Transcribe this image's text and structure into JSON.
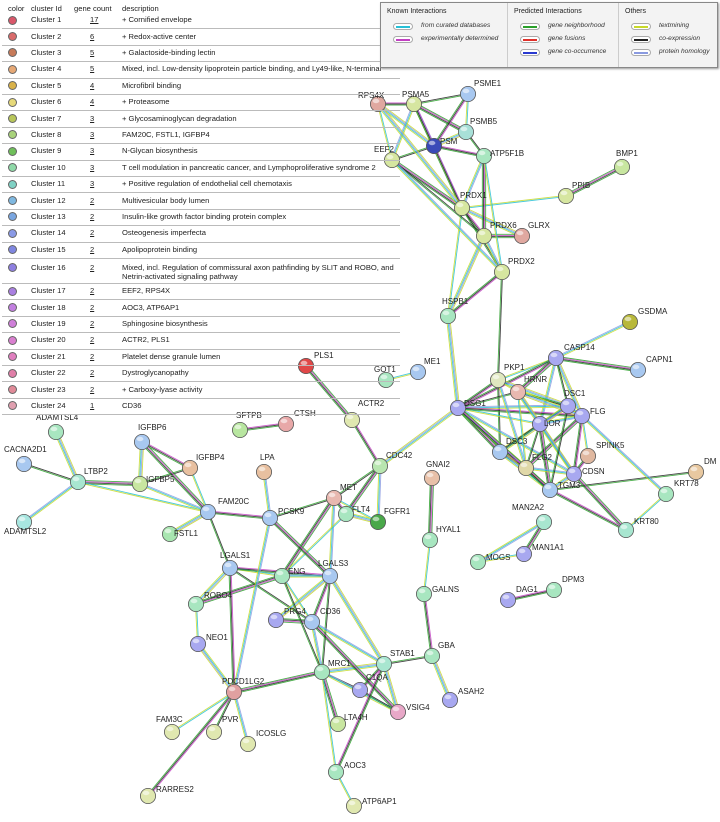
{
  "table": {
    "headers": {
      "color": "color",
      "cluster_id": "cluster Id",
      "gene_count": "gene count",
      "description": "description"
    },
    "rows": [
      {
        "color": "#d9576a",
        "cluster": "Cluster 1",
        "count": "17",
        "desc": "+ Cornified envelope"
      },
      {
        "color": "#d96b6b",
        "cluster": "Cluster 2",
        "count": "6",
        "desc": "+ Redox-active center"
      },
      {
        "color": "#c77b5a",
        "cluster": "Cluster 3",
        "count": "5",
        "desc": "+ Galactoside-binding lectin"
      },
      {
        "color": "#e6a875",
        "cluster": "Cluster 4",
        "count": "5",
        "desc": "Mixed, incl. Low-density lipoprotein particle binding, and Ly49-like, N-terminal"
      },
      {
        "color": "#d9b24a",
        "cluster": "Cluster 5",
        "count": "4",
        "desc": "Microfibril binding"
      },
      {
        "color": "#e6d97a",
        "cluster": "Cluster 6",
        "count": "4",
        "desc": "+ Proteasome"
      },
      {
        "color": "#b8c65a",
        "cluster": "Cluster 7",
        "count": "3",
        "desc": "+ Glycosaminoglycan degradation"
      },
      {
        "color": "#a8d27a",
        "cluster": "Cluster 8",
        "count": "3",
        "desc": "FAM20C, FSTL1, IGFBP4"
      },
      {
        "color": "#6fbf5a",
        "cluster": "Cluster 9",
        "count": "3",
        "desc": "N-Glycan biosynthesis"
      },
      {
        "color": "#8fd9a8",
        "cluster": "Cluster 10",
        "count": "3",
        "desc": "T cell modulation in pancreatic cancer, and Lymphoproliferative syndrome 2"
      },
      {
        "color": "#7fd1c4",
        "cluster": "Cluster 11",
        "count": "3",
        "desc": "+ Positive regulation of endothelial cell chemotaxis"
      },
      {
        "color": "#7fb8e0",
        "cluster": "Cluster 12",
        "count": "2",
        "desc": "Multivesicular body lumen"
      },
      {
        "color": "#7aa6e0",
        "cluster": "Cluster 13",
        "count": "2",
        "desc": "Insulin-like growth factor binding protein complex"
      },
      {
        "color": "#8a9ae6",
        "cluster": "Cluster 14",
        "count": "2",
        "desc": "Osteogenesis imperfecta"
      },
      {
        "color": "#7f86e0",
        "cluster": "Cluster 15",
        "count": "2",
        "desc": "Apolipoprotein binding"
      },
      {
        "color": "#8e7fe0",
        "cluster": "Cluster 16",
        "count": "2",
        "desc": "Mixed, incl. Regulation of commissural axon pathfinding by SLIT and ROBO, and Netrin-activated signaling pathway"
      },
      {
        "color": "#a97fe0",
        "cluster": "Cluster 17",
        "count": "2",
        "desc": "EEF2, RPS4X"
      },
      {
        "color": "#c27fe0",
        "cluster": "Cluster 18",
        "count": "2",
        "desc": "AOC3, ATP6AP1"
      },
      {
        "color": "#cf7fd9",
        "cluster": "Cluster 19",
        "count": "2",
        "desc": "Sphingosine biosynthesis"
      },
      {
        "color": "#d97fcf",
        "cluster": "Cluster 20",
        "count": "2",
        "desc": "ACTR2, PLS1"
      },
      {
        "color": "#e07fbf",
        "cluster": "Cluster 21",
        "count": "2",
        "desc": "Platelet dense granule lumen"
      },
      {
        "color": "#e07fa8",
        "cluster": "Cluster 22",
        "count": "2",
        "desc": "Dystroglycanopathy"
      },
      {
        "color": "#e08a98",
        "cluster": "Cluster 23",
        "count": "2",
        "desc": "+ Carboxy-lyase activity"
      },
      {
        "color": "#e0a0b0",
        "cluster": "Cluster 24",
        "count": "1",
        "desc": "CD36"
      }
    ]
  },
  "legend": {
    "known": {
      "title": "Known Interactions",
      "items": [
        {
          "label": "from curated databases",
          "color": "#27c0d6"
        },
        {
          "label": "experimentally determined",
          "color": "#c23fc2"
        }
      ]
    },
    "predicted": {
      "title": "Predicted Interactions",
      "items": [
        {
          "label": "gene neighborhood",
          "color": "#2aa02a"
        },
        {
          "label": "gene fusions",
          "color": "#e0302a"
        },
        {
          "label": "gene co-occurrence",
          "color": "#2a3ad0"
        }
      ]
    },
    "others": {
      "title": "Others",
      "items": [
        {
          "label": "textmining",
          "color": "#c8d92a"
        },
        {
          "label": "co-expression",
          "color": "#222222"
        },
        {
          "label": "protein homology",
          "color": "#8a9ae0"
        }
      ]
    }
  },
  "network": {
    "nodes": [
      {
        "id": "RPS4X",
        "color": "#e0a8a0"
      },
      {
        "id": "PSMA5",
        "color": "#d6e6a0"
      },
      {
        "id": "PSME1",
        "color": "#a8c8f0"
      },
      {
        "id": "PSMB5",
        "color": "#a8e0d8"
      },
      {
        "id": "PSM",
        "color": "#3a4ab8"
      },
      {
        "id": "EEF2",
        "color": "#d6e6a0"
      },
      {
        "id": "ATP5F1B",
        "color": "#a8e6c0"
      },
      {
        "id": "BMP1",
        "color": "#c8e6a0"
      },
      {
        "id": "PPIB",
        "color": "#d6e6a0"
      },
      {
        "id": "PRDX1",
        "color": "#d6e6a0"
      },
      {
        "id": "PRDX6",
        "color": "#d6e6a0"
      },
      {
        "id": "GLRX",
        "color": "#e0a8a0"
      },
      {
        "id": "PRDX2",
        "color": "#d6e6a0"
      },
      {
        "id": "HSPB1",
        "color": "#a8e6c0"
      },
      {
        "id": "GSDMA",
        "color": "#b8b83a"
      },
      {
        "id": "CASP14",
        "color": "#a8a8f0"
      },
      {
        "id": "CAPN1",
        "color": "#a8c8f0"
      },
      {
        "id": "PKP1",
        "color": "#e0e8c0"
      },
      {
        "id": "HRNR",
        "color": "#e8b8b0"
      },
      {
        "id": "DSG1",
        "color": "#a8a8f0"
      },
      {
        "id": "DSC1",
        "color": "#a8a8f0"
      },
      {
        "id": "FLG",
        "color": "#a8a8f0"
      },
      {
        "id": "LOR",
        "color": "#a8a8f0"
      },
      {
        "id": "DSC3",
        "color": "#a8c8f0"
      },
      {
        "id": "FLG2",
        "color": "#e0d8a8"
      },
      {
        "id": "SPINK5",
        "color": "#e0b8a0"
      },
      {
        "id": "CDSN",
        "color": "#a8a8f0"
      },
      {
        "id": "TGM3",
        "color": "#a8c8f0"
      },
      {
        "id": "DM",
        "color": "#e8c8a0"
      },
      {
        "id": "KRT78",
        "color": "#a8e6c0"
      },
      {
        "id": "KRT80",
        "color": "#a8e6d0"
      },
      {
        "id": "PLS1",
        "color": "#e04848"
      },
      {
        "id": "GOT1",
        "color": "#a8e6c0"
      },
      {
        "id": "ME1",
        "color": "#a8c8f0"
      },
      {
        "id": "ACTR2",
        "color": "#e0e8b0"
      },
      {
        "id": "CDC42",
        "color": "#b8e6b0"
      },
      {
        "id": "GNAI2",
        "color": "#e8c0a8"
      },
      {
        "id": "SFTPB",
        "color": "#b8e6a0"
      },
      {
        "id": "CTSH",
        "color": "#e8a8a8"
      },
      {
        "id": "LPA",
        "color": "#e8c0a0"
      },
      {
        "id": "MET",
        "color": "#e8b8b0"
      },
      {
        "id": "FGFR1",
        "color": "#4aa84a"
      },
      {
        "id": "FLT4",
        "color": "#a8e6c0"
      },
      {
        "id": "HYAL1",
        "color": "#a8e6c0"
      },
      {
        "id": "MAN2A2",
        "color": "#a8e6d0"
      },
      {
        "id": "MOGS",
        "color": "#a8e6c0"
      },
      {
        "id": "MAN1A1",
        "color": "#a8a8f0"
      },
      {
        "id": "DAG1",
        "color": "#a8a8f0"
      },
      {
        "id": "DPM3",
        "color": "#a8e6c0"
      },
      {
        "id": "ADAMTSL4",
        "color": "#a8e6c0"
      },
      {
        "id": "CACNA2D1",
        "color": "#a8c8f0"
      },
      {
        "id": "LTBP2",
        "color": "#a8e6d0"
      },
      {
        "id": "ADAMTSL2",
        "color": "#a8e6e0"
      },
      {
        "id": "IGFBP6",
        "color": "#a8c8f0"
      },
      {
        "id": "IGFBP4",
        "color": "#e8c0a0"
      },
      {
        "id": "IGFBP5",
        "color": "#c8e6a0"
      },
      {
        "id": "FAM20C",
        "color": "#a8c8f0"
      },
      {
        "id": "PCSK9",
        "color": "#a8c8f0"
      },
      {
        "id": "FSTL1",
        "color": "#a8e6b0"
      },
      {
        "id": "LGALS1",
        "color": "#a8c8f0"
      },
      {
        "id": "ENG",
        "color": "#a8e6c0"
      },
      {
        "id": "LGALS3",
        "color": "#a8c8f0"
      },
      {
        "id": "ROBO4",
        "color": "#a8e6c0"
      },
      {
        "id": "PRG4",
        "color": "#a8a8f0"
      },
      {
        "id": "CD36",
        "color": "#a8c8f0"
      },
      {
        "id": "GALNS",
        "color": "#a8e6c0"
      },
      {
        "id": "NEO1",
        "color": "#a8a8f0"
      },
      {
        "id": "GBA",
        "color": "#a8e6c0"
      },
      {
        "id": "STAB1",
        "color": "#a8e6d0"
      },
      {
        "id": "MRC1",
        "color": "#a8e6c0"
      },
      {
        "id": "C1QA",
        "color": "#a8a8f0"
      },
      {
        "id": "PDCD1LG2",
        "color": "#e0a0a0"
      },
      {
        "id": "VSIG4",
        "color": "#e8a8c8"
      },
      {
        "id": "ASAH2",
        "color": "#a8a8f0"
      },
      {
        "id": "LTA4H",
        "color": "#c8e6a0"
      },
      {
        "id": "FAM3C",
        "color": "#e0e8b0"
      },
      {
        "id": "PVR",
        "color": "#e0e8b0"
      },
      {
        "id": "ICOSLG",
        "color": "#e0e8b0"
      },
      {
        "id": "AOC3",
        "color": "#a8e6c0"
      },
      {
        "id": "RARRES2",
        "color": "#e0e8b0"
      },
      {
        "id": "ATP6AP1",
        "color": "#e0e8b0"
      }
    ],
    "edges": [
      [
        "RPS4X",
        "EEF2"
      ],
      [
        "RPS4X",
        "PSMA5"
      ],
      [
        "RPS4X",
        "PSM"
      ],
      [
        "PSMA5",
        "PSME1"
      ],
      [
        "PSMA5",
        "PSM"
      ],
      [
        "PSMA5",
        "PSMB5"
      ],
      [
        "PSME1",
        "PSMB5"
      ],
      [
        "PSME1",
        "PSM"
      ],
      [
        "PSMB5",
        "PSM"
      ],
      [
        "PSM",
        "EEF2"
      ],
      [
        "EEF2",
        "PSMA5"
      ],
      [
        "EEF2",
        "PRDX1"
      ],
      [
        "PSM",
        "PRDX1"
      ],
      [
        "PSMA5",
        "PRDX1"
      ],
      [
        "RPS4X",
        "PRDX1"
      ],
      [
        "PSMB5",
        "ATP5F1B"
      ],
      [
        "ATP5F1B",
        "PRDX1"
      ],
      [
        "PPIB",
        "BMP1"
      ],
      [
        "PPIB",
        "PRDX1"
      ],
      [
        "PRDX1",
        "PRDX6"
      ],
      [
        "PRDX1",
        "GLRX"
      ],
      [
        "PRDX1",
        "PRDX2"
      ],
      [
        "PRDX6",
        "PRDX2"
      ],
      [
        "PRDX6",
        "GLRX"
      ],
      [
        "PRDX1",
        "HSPB1"
      ],
      [
        "PRDX2",
        "HSPB1"
      ],
      [
        "PRDX6",
        "HSPB1"
      ],
      [
        "EEF2",
        "PRDX6"
      ],
      [
        "EEF2",
        "PRDX2"
      ],
      [
        "ATP5F1B",
        "PRDX6"
      ],
      [
        "ATP5F1B",
        "PRDX2"
      ],
      [
        "PSM",
        "ATP5F1B"
      ],
      [
        "HSPB1",
        "DSG1"
      ],
      [
        "PRDX2",
        "PKP1"
      ],
      [
        "CASP14",
        "GSDMA"
      ],
      [
        "CASP14",
        "CAPN1"
      ],
      [
        "CASP14",
        "PKP1"
      ],
      [
        "CASP14",
        "DSG1"
      ],
      [
        "CASP14",
        "FLG"
      ],
      [
        "CASP14",
        "DSC1"
      ],
      [
        "CASP14",
        "LOR"
      ],
      [
        "CASP14",
        "HRNR"
      ],
      [
        "PKP1",
        "HRNR"
      ],
      [
        "PKP1",
        "DSG1"
      ],
      [
        "PKP1",
        "DSC1"
      ],
      [
        "PKP1",
        "DSC3"
      ],
      [
        "DSG1",
        "DSC1"
      ],
      [
        "DSG1",
        "DSC3"
      ],
      [
        "DSG1",
        "LOR"
      ],
      [
        "DSG1",
        "FLG"
      ],
      [
        "DSG1",
        "FLG2"
      ],
      [
        "DSG1",
        "HRNR"
      ],
      [
        "DSG1",
        "CDSN"
      ],
      [
        "DSG1",
        "TGM3"
      ],
      [
        "DSC1",
        "FLG"
      ],
      [
        "DSC1",
        "LOR"
      ],
      [
        "DSC1",
        "DSC3"
      ],
      [
        "DSC1",
        "HRNR"
      ],
      [
        "FLG",
        "LOR"
      ],
      [
        "FLG",
        "FLG2"
      ],
      [
        "FLG",
        "SPINK5"
      ],
      [
        "FLG",
        "CDSN"
      ],
      [
        "FLG",
        "HRNR"
      ],
      [
        "LOR",
        "FLG2"
      ],
      [
        "LOR",
        "CDSN"
      ],
      [
        "LOR",
        "TGM3"
      ],
      [
        "LOR",
        "HRNR"
      ],
      [
        "DSC3",
        "FLG2"
      ],
      [
        "DSC3",
        "TGM3"
      ],
      [
        "DSC3",
        "LOR"
      ],
      [
        "FLG2",
        "CDSN"
      ],
      [
        "FLG2",
        "TGM3"
      ],
      [
        "FLG2",
        "HRNR"
      ],
      [
        "SPINK5",
        "CDSN"
      ],
      [
        "CDSN",
        "TGM3"
      ],
      [
        "TGM3",
        "DM"
      ],
      [
        "FLG",
        "KRT78"
      ],
      [
        "CDSN",
        "KRT80"
      ],
      [
        "KRT78",
        "KRT80"
      ],
      [
        "TGM3",
        "KRT80"
      ],
      [
        "HRNR",
        "CDSN"
      ],
      [
        "DSC1",
        "TGM3"
      ],
      [
        "PKP1",
        "FLG2"
      ],
      [
        "PLS1",
        "ACTR2"
      ],
      [
        "GOT1",
        "ME1"
      ],
      [
        "ACTR2",
        "CDC42"
      ],
      [
        "CDC42",
        "DSG1"
      ],
      [
        "CDC42",
        "MET"
      ],
      [
        "CDC42",
        "FGFR1"
      ],
      [
        "CDC42",
        "FLT4"
      ],
      [
        "MET",
        "FGFR1"
      ],
      [
        "MET",
        "FLT4"
      ],
      [
        "FGFR1",
        "FLT4"
      ],
      [
        "MET",
        "PCSK9"
      ],
      [
        "MET",
        "LGALS3"
      ],
      [
        "MET",
        "ENG"
      ],
      [
        "FLT4",
        "ENG"
      ],
      [
        "SFTPB",
        "CTSH"
      ],
      [
        "ADAMTSL4",
        "LTBP2"
      ],
      [
        "CACNA2D1",
        "LTBP2"
      ],
      [
        "ADAMTSL2",
        "LTBP2"
      ],
      [
        "LTBP2",
        "IGFBP5"
      ],
      [
        "LTBP2",
        "FAM20C"
      ],
      [
        "IGFBP6",
        "IGFBP4"
      ],
      [
        "IGFBP6",
        "IGFBP5"
      ],
      [
        "IGFBP4",
        "IGFBP5"
      ],
      [
        "IGFBP5",
        "FAM20C"
      ],
      [
        "IGFBP6",
        "FAM20C"
      ],
      [
        "IGFBP4",
        "FAM20C"
      ],
      [
        "FAM20C",
        "PCSK9"
      ],
      [
        "FAM20C",
        "FSTL1"
      ],
      [
        "FAM20C",
        "LGALS1"
      ],
      [
        "LPA",
        "PCSK9"
      ],
      [
        "PCSK9",
        "LGALS3"
      ],
      [
        "LGALS1",
        "ENG"
      ],
      [
        "LGALS1",
        "LGALS3"
      ],
      [
        "LGALS1",
        "ROBO4"
      ],
      [
        "LGALS1",
        "CD36"
      ],
      [
        "ENG",
        "LGALS3"
      ],
      [
        "ENG",
        "ROBO4"
      ],
      [
        "ENG",
        "CD36"
      ],
      [
        "LGALS3",
        "CD36"
      ],
      [
        "LGALS3",
        "PRG4"
      ],
      [
        "LGALS3",
        "MRC1"
      ],
      [
        "CD36",
        "MRC1"
      ],
      [
        "CD36",
        "PRG4"
      ],
      [
        "ROBO4",
        "NEO1"
      ],
      [
        "LGALS1",
        "PDCD1LG2"
      ],
      [
        "PDCD1LG2",
        "NEO1"
      ],
      [
        "PDCD1LG2",
        "PVR"
      ],
      [
        "PDCD1LG2",
        "ICOSLG"
      ],
      [
        "PDCD1LG2",
        "MRC1"
      ],
      [
        "PDCD1LG2",
        "FAM3C"
      ],
      [
        "PDCD1LG2",
        "RARRES2"
      ],
      [
        "MRC1",
        "STAB1"
      ],
      [
        "MRC1",
        "C1QA"
      ],
      [
        "MRC1",
        "VSIG4"
      ],
      [
        "MRC1",
        "LTA4H"
      ],
      [
        "MRC1",
        "AOC3"
      ],
      [
        "STAB1",
        "C1QA"
      ],
      [
        "STAB1",
        "VSIG4"
      ],
      [
        "C1QA",
        "VSIG4"
      ],
      [
        "CD36",
        "STAB1"
      ],
      [
        "CD36",
        "VSIG4"
      ],
      [
        "AOC3",
        "ATP6AP1"
      ],
      [
        "AOC3",
        "STAB1"
      ],
      [
        "LGALS3",
        "STAB1"
      ],
      [
        "ENG",
        "MRC1"
      ],
      [
        "PCSK9",
        "PDCD1LG2"
      ],
      [
        "GNAI2",
        "HYAL1"
      ],
      [
        "HYAL1",
        "GALNS"
      ],
      [
        "GALNS",
        "GBA"
      ],
      [
        "GBA",
        "ASAH2"
      ],
      [
        "GBA",
        "STAB1"
      ],
      [
        "MAN2A2",
        "MOGS"
      ],
      [
        "MAN2A2",
        "MAN1A1"
      ],
      [
        "MOGS",
        "MAN1A1"
      ],
      [
        "DAG1",
        "DPM3"
      ]
    ]
  }
}
